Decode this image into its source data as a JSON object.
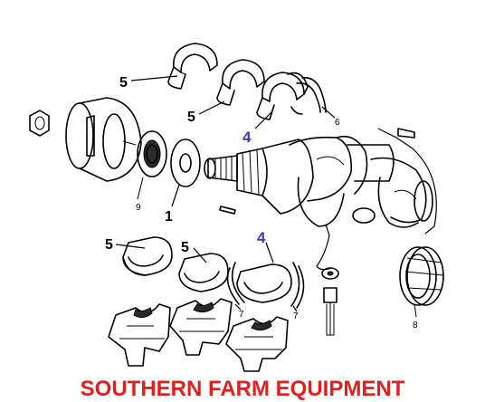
{
  "labels": {
    "5": "5",
    "4": "4",
    "1": "1",
    "6": "6",
    "7": "7",
    "8": "8",
    "9": "9"
  },
  "colors": {
    "callout_black": "#000000",
    "callout_blue": "#3a3aa8",
    "footer_red": "#e0201c"
  },
  "footer": {
    "text": "SOUTHERN FARM EQUIPMENT"
  }
}
